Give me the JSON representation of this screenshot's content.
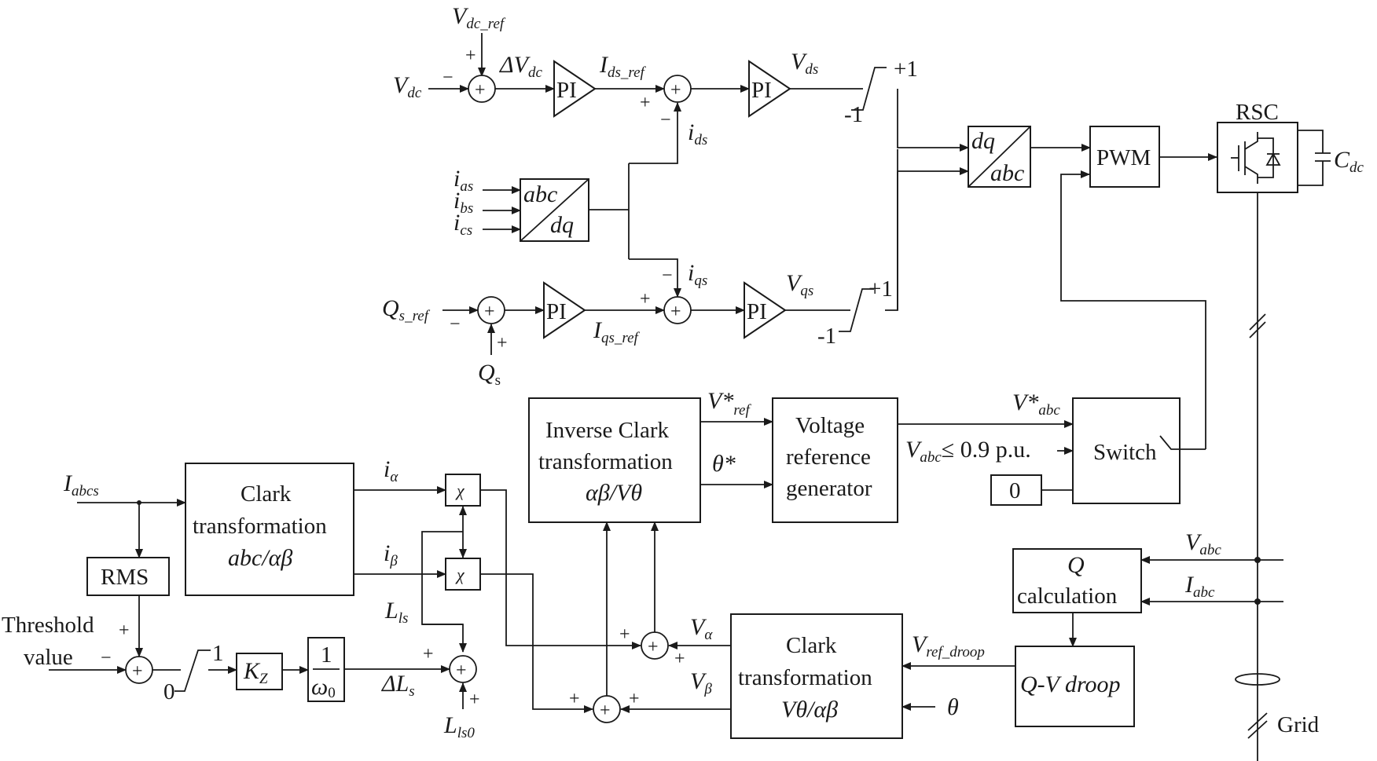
{
  "blocks": {
    "pi": "PI",
    "pwm": "PWM",
    "rsc": "RSC",
    "cdc": "C",
    "cdc_sub": "dc",
    "dq_top": "dq",
    "dq_bottom": "abc",
    "abc_top": "abc",
    "abc_bottom": "dq",
    "inverse_clark": [
      "Inverse Clark",
      "transformation",
      "αβ/Vθ"
    ],
    "voltage_ref": [
      "Voltage",
      "reference",
      "generator"
    ],
    "switch": "Switch",
    "zero": "0",
    "clark_top": [
      "Clark",
      "transformation",
      "abc/αβ"
    ],
    "clark_bottom": [
      "Clark",
      "transformation",
      "Vθ/αβ"
    ],
    "rms": "RMS",
    "kz": "K",
    "kz_sub": "Z",
    "omega_num": "1",
    "omega_den": "ω",
    "omega_den_sub": "0",
    "q_calc": [
      "Q",
      "calculation"
    ],
    "qv_droop": "Q-V droop",
    "multiplier": "χ",
    "sum_symbol": "+"
  },
  "labels": {
    "vdc_ref": "V",
    "vdc_ref_sub": "dc_ref",
    "vdc": "V",
    "vdc_sub": "dc",
    "delta_vdc": "ΔV",
    "delta_vdc_sub": "dc",
    "ids_ref": "I",
    "ids_ref_sub": "ds_ref",
    "vds": "V",
    "vds_sub": "ds",
    "ids": "i",
    "ids_sub": "ds",
    "ias": "i",
    "ias_sub": "as",
    "ibs": "i",
    "ibs_sub": "bs",
    "ics": "i",
    "ics_sub": "cs",
    "iqs": "i",
    "iqs_sub": "qs",
    "qs_ref": "Q",
    "qs_ref_sub": "s_ref",
    "iqs_ref": "I",
    "iqs_ref_sub": "qs_ref",
    "vqs": "V",
    "vqs_sub": "qs",
    "qs": "Q",
    "qs_sub": "s",
    "plus_one": "+1",
    "minus_one": "-1",
    "vref_star": "V*",
    "vref_star_sub": "ref",
    "theta_star": "θ*",
    "vabc_star": "V*",
    "vabc_star_sub": "abc",
    "vabc_cond": "V",
    "vabc_cond_sub": "abc",
    "vabc_cond_rest": "≤ 0.9 p.u.",
    "iabcs": "I",
    "iabcs_sub": "abcs",
    "i_alpha": "i",
    "i_alpha_sub": "α",
    "i_beta": "i",
    "i_beta_sub": "β",
    "lls": "L",
    "lls_sub": "ls",
    "threshold": "Threshold",
    "threshold_2": "value",
    "one": "1",
    "zero_lim": "0",
    "delta_ls": "ΔL",
    "delta_ls_sub": "s",
    "lls0": "L",
    "lls0_sub": "ls0",
    "v_alpha": "V",
    "v_alpha_sub": "α",
    "v_beta": "V",
    "v_beta_sub": "β",
    "vref_droop": "V",
    "vref_droop_sub": "ref_droop",
    "theta": "θ",
    "vabc": "V",
    "vabc_sub": "abc",
    "iabc": "I",
    "iabc_sub": "abc",
    "grid": "Grid",
    "plus": "+",
    "minus": "−"
  }
}
